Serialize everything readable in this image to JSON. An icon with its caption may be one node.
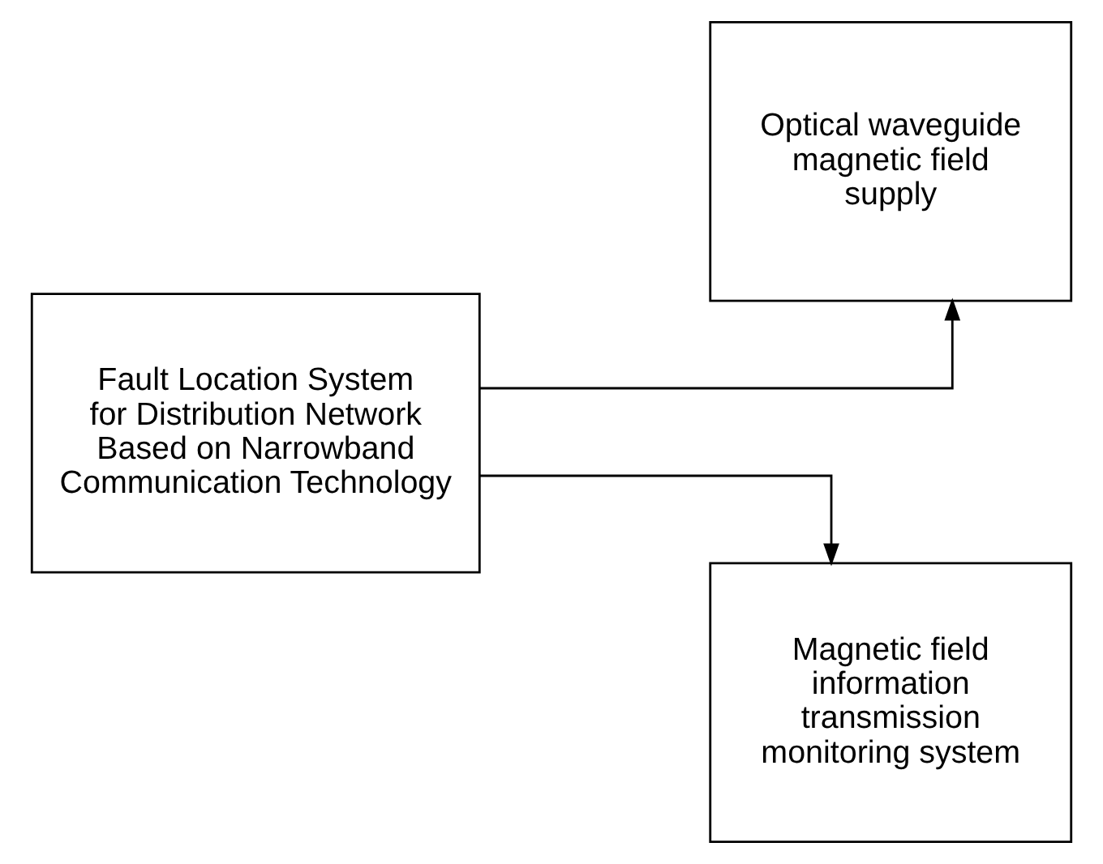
{
  "diagram": {
    "nodes": [
      {
        "text": [
          "Fault Location System for Distribution Network Based on Narrowband Communication Technology"
        ]
      },
      {
        "text": [
          "Optical waveguide magnetic field supply"
        ]
      },
      {
        "text": [
          "Magnetic field information transmission monitoring system"
        ]
      }
    ],
    "edges": [
      {
        "from": 0,
        "to": 1,
        "arrow": "to"
      },
      {
        "from": 0,
        "to": 2,
        "arrow": "to"
      }
    ]
  }
}
